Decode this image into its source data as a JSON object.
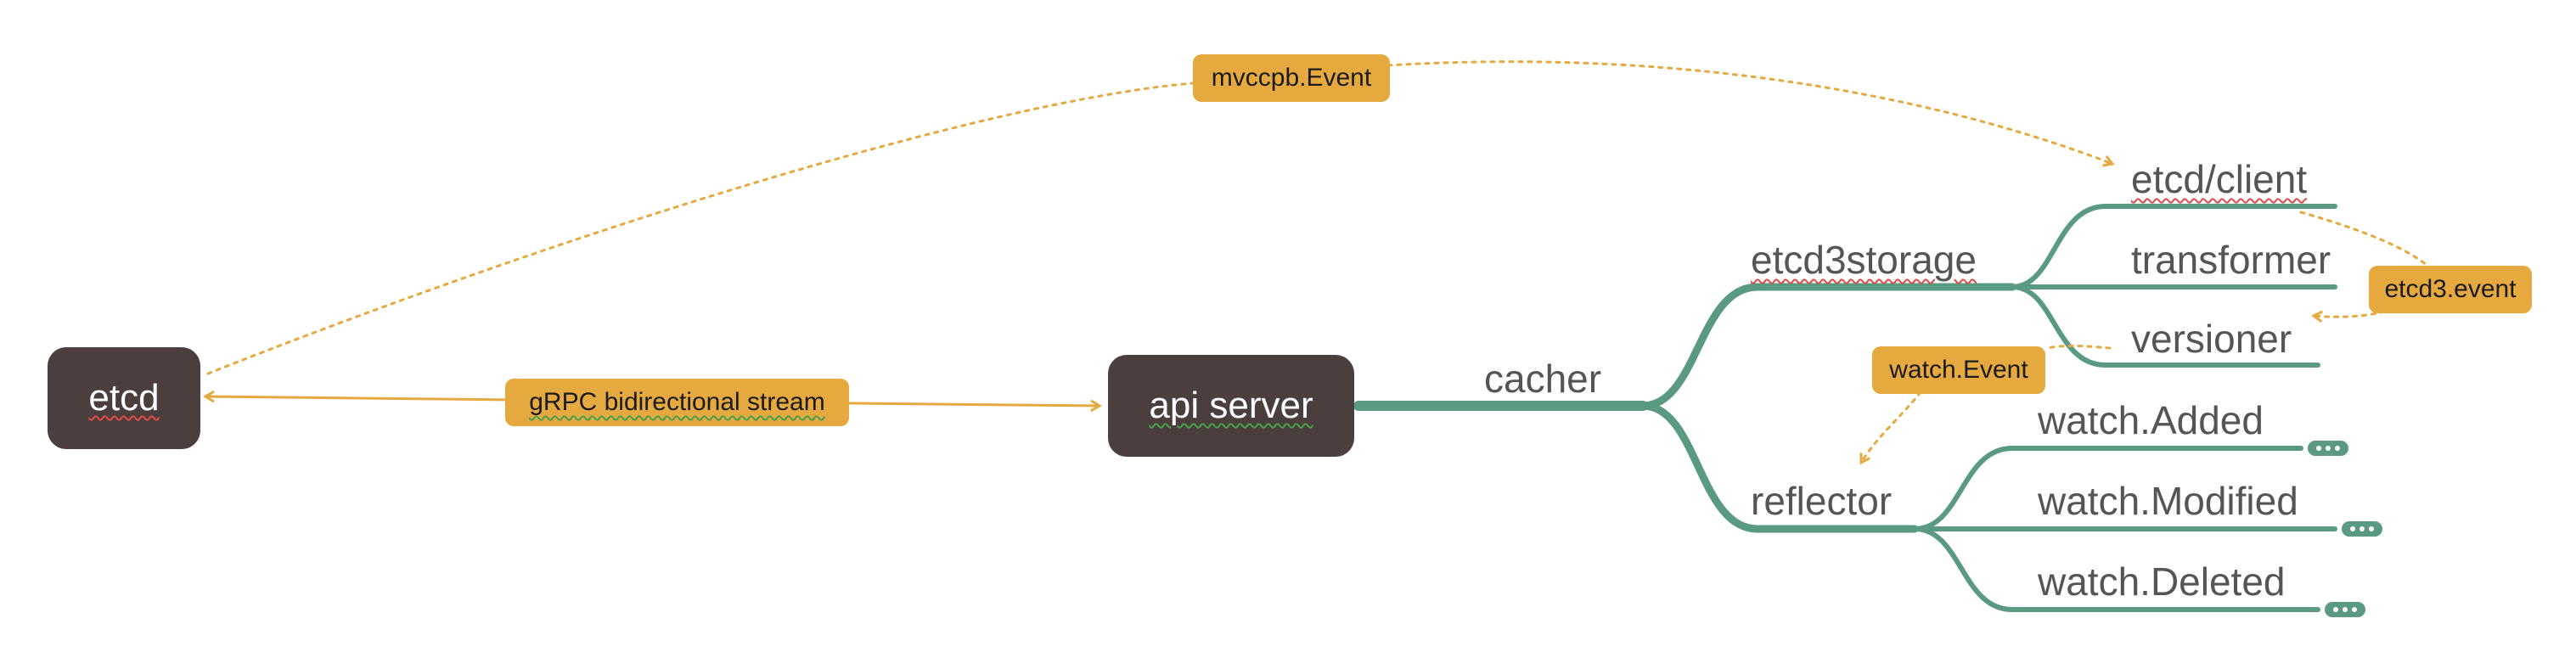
{
  "nodes": {
    "etcd": "etcd",
    "api_server": "api server"
  },
  "edge_labels": {
    "grpc": "gRPC bidirectional stream",
    "mvccpb": "mvccpb.Event",
    "etcd3_event": "etcd3.event",
    "watch_event": "watch.Event"
  },
  "branches": {
    "cacher": "cacher",
    "etcd3storage": "etcd3storage",
    "reflector": "reflector",
    "etcd_client": "etcd/client",
    "transformer": "transformer",
    "versioner": "versioner",
    "watch_added": "watch.Added",
    "watch_modified": "watch.Modified",
    "watch_deleted": "watch.Deleted"
  },
  "colors": {
    "tree_green": "#5a9a80",
    "arrow_orange": "#e6a93f",
    "node_dark": "#4a3f3c"
  }
}
